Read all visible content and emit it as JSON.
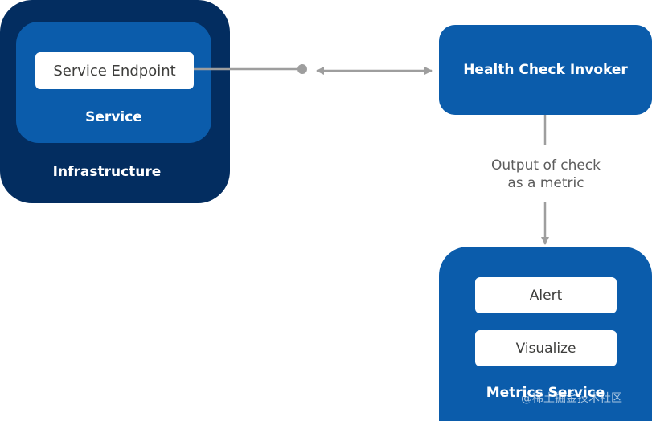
{
  "infrastructure": {
    "label": "Infrastructure",
    "service": {
      "label": "Service",
      "endpoint_label": "Service Endpoint"
    }
  },
  "health_check": {
    "label": "Health Check Invoker"
  },
  "connector": {
    "caption_line1": "Output of check",
    "caption_line2": "as a metric"
  },
  "metrics_service": {
    "label": "Metrics Service",
    "items": [
      {
        "label": "Alert"
      },
      {
        "label": "Visualize"
      }
    ]
  },
  "watermark": "@稀土掘金技术社区",
  "colors": {
    "infrastructure": "#032d60",
    "service_blue": "#0b5cab",
    "connector_gray": "#9e9e9e"
  }
}
